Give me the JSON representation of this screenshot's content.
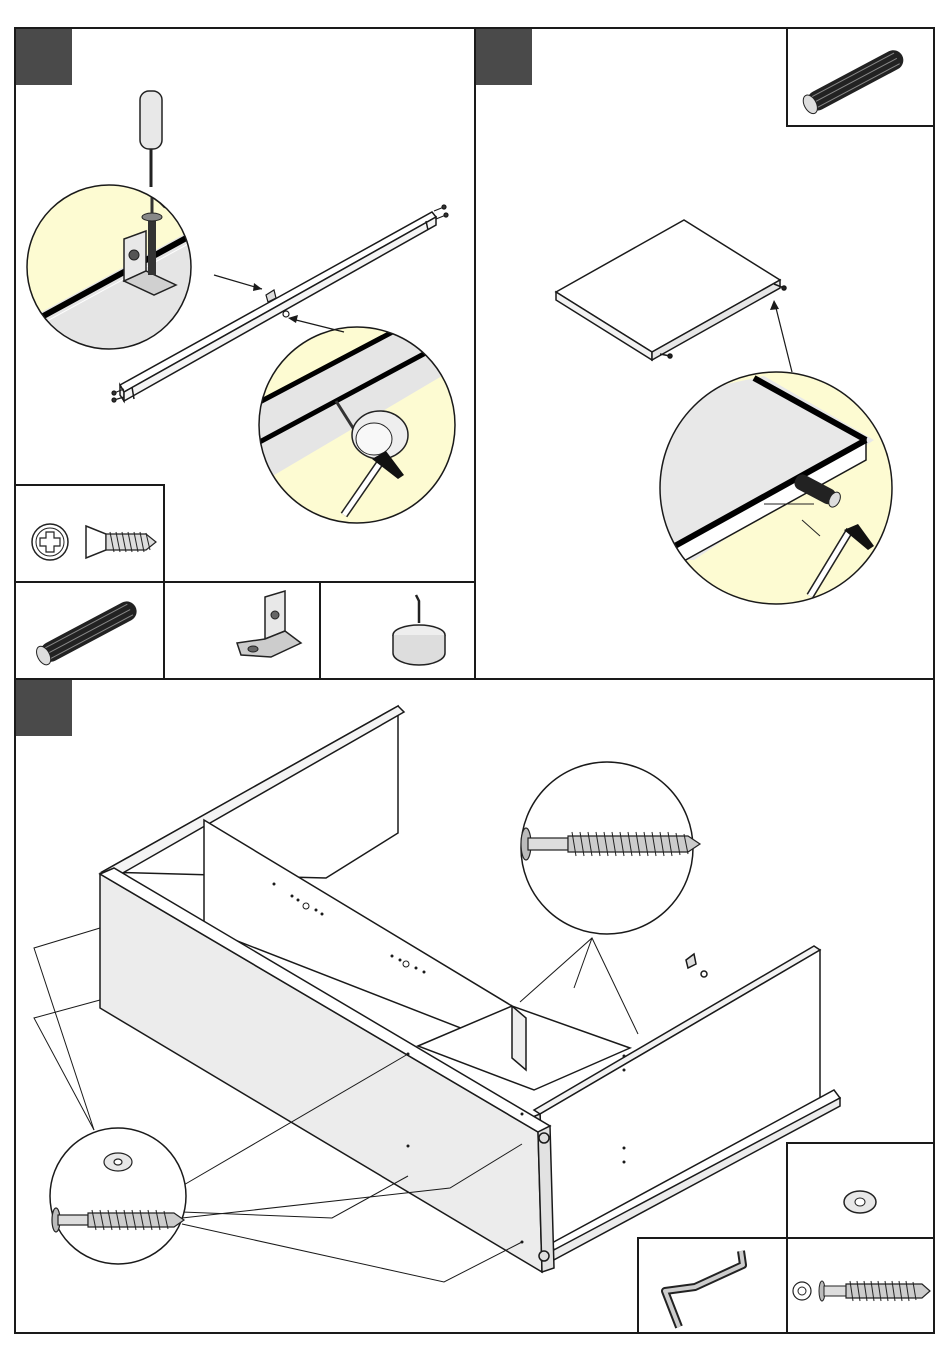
{
  "document": {
    "kind": "assembly-instructions-page",
    "steps": [
      {
        "id": "step-a",
        "number": "",
        "parts": [
          "cross-screw-icon",
          "wood-dowel-icon",
          "angle-bracket-icon",
          "furniture-glide-nail-icon"
        ]
      },
      {
        "id": "step-b",
        "number": "",
        "parts": [
          "wood-dowel-icon"
        ]
      },
      {
        "id": "step-c",
        "number": "",
        "parts": [
          "cam-cap-icon",
          "allen-key-icon",
          "washer-screw-icon"
        ]
      }
    ],
    "colors": {
      "step_tab": "#4a4a4a",
      "detail_fill": "#fdfbd2",
      "panel_fill": "#efefef",
      "line": "#1a1a1a"
    }
  }
}
